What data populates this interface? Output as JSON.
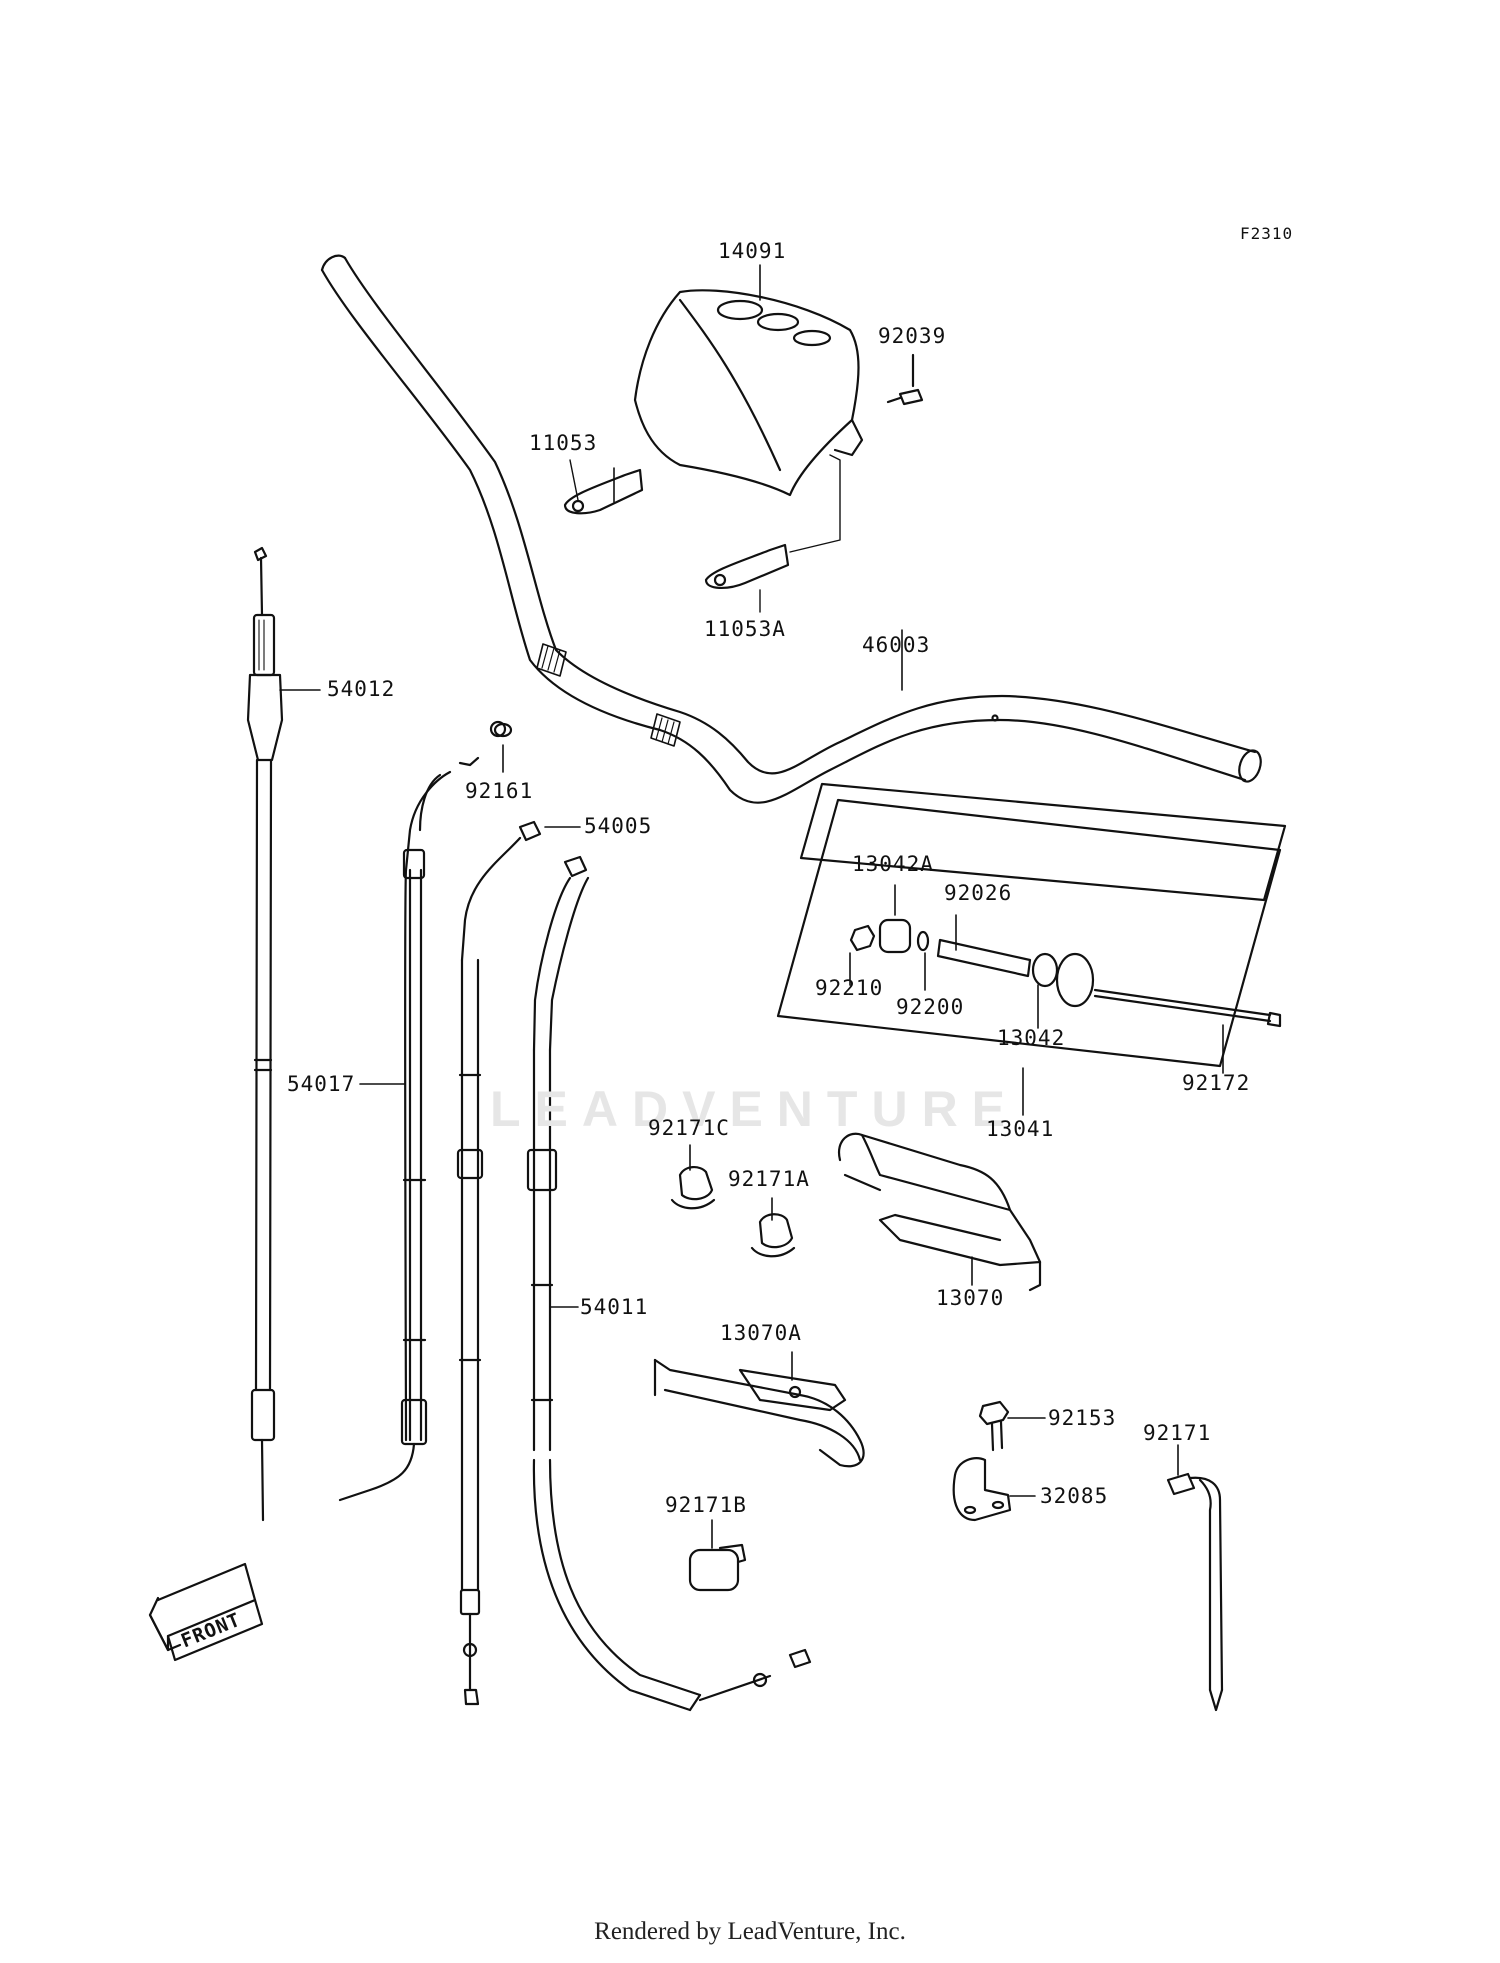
{
  "figure_code": "F2310",
  "watermark_text": "LEADVENTURE",
  "front_label": "FRONT",
  "footer": "Rendered by LeadVenture, Inc.",
  "parts": [
    {
      "id": "p14091",
      "label": "14091"
    },
    {
      "id": "p92039",
      "label": "92039"
    },
    {
      "id": "p11053",
      "label": "11053"
    },
    {
      "id": "p11053A",
      "label": "11053A"
    },
    {
      "id": "p46003",
      "label": "46003"
    },
    {
      "id": "p54012",
      "label": "54012"
    },
    {
      "id": "p92161",
      "label": "92161"
    },
    {
      "id": "p54005",
      "label": "54005"
    },
    {
      "id": "p13042A",
      "label": "13042A"
    },
    {
      "id": "p92026",
      "label": "92026"
    },
    {
      "id": "p92210",
      "label": "92210"
    },
    {
      "id": "p92200",
      "label": "92200"
    },
    {
      "id": "p13042",
      "label": "13042"
    },
    {
      "id": "p92172",
      "label": "92172"
    },
    {
      "id": "p54017",
      "label": "54017"
    },
    {
      "id": "p13041",
      "label": "13041"
    },
    {
      "id": "p92171C",
      "label": "92171C"
    },
    {
      "id": "p92171A",
      "label": "92171A"
    },
    {
      "id": "p13070",
      "label": "13070"
    },
    {
      "id": "p54011",
      "label": "54011"
    },
    {
      "id": "p13070A",
      "label": "13070A"
    },
    {
      "id": "p92153",
      "label": "92153"
    },
    {
      "id": "p92171",
      "label": "92171"
    },
    {
      "id": "p32085",
      "label": "32085"
    },
    {
      "id": "p92171B",
      "label": "92171B"
    }
  ]
}
